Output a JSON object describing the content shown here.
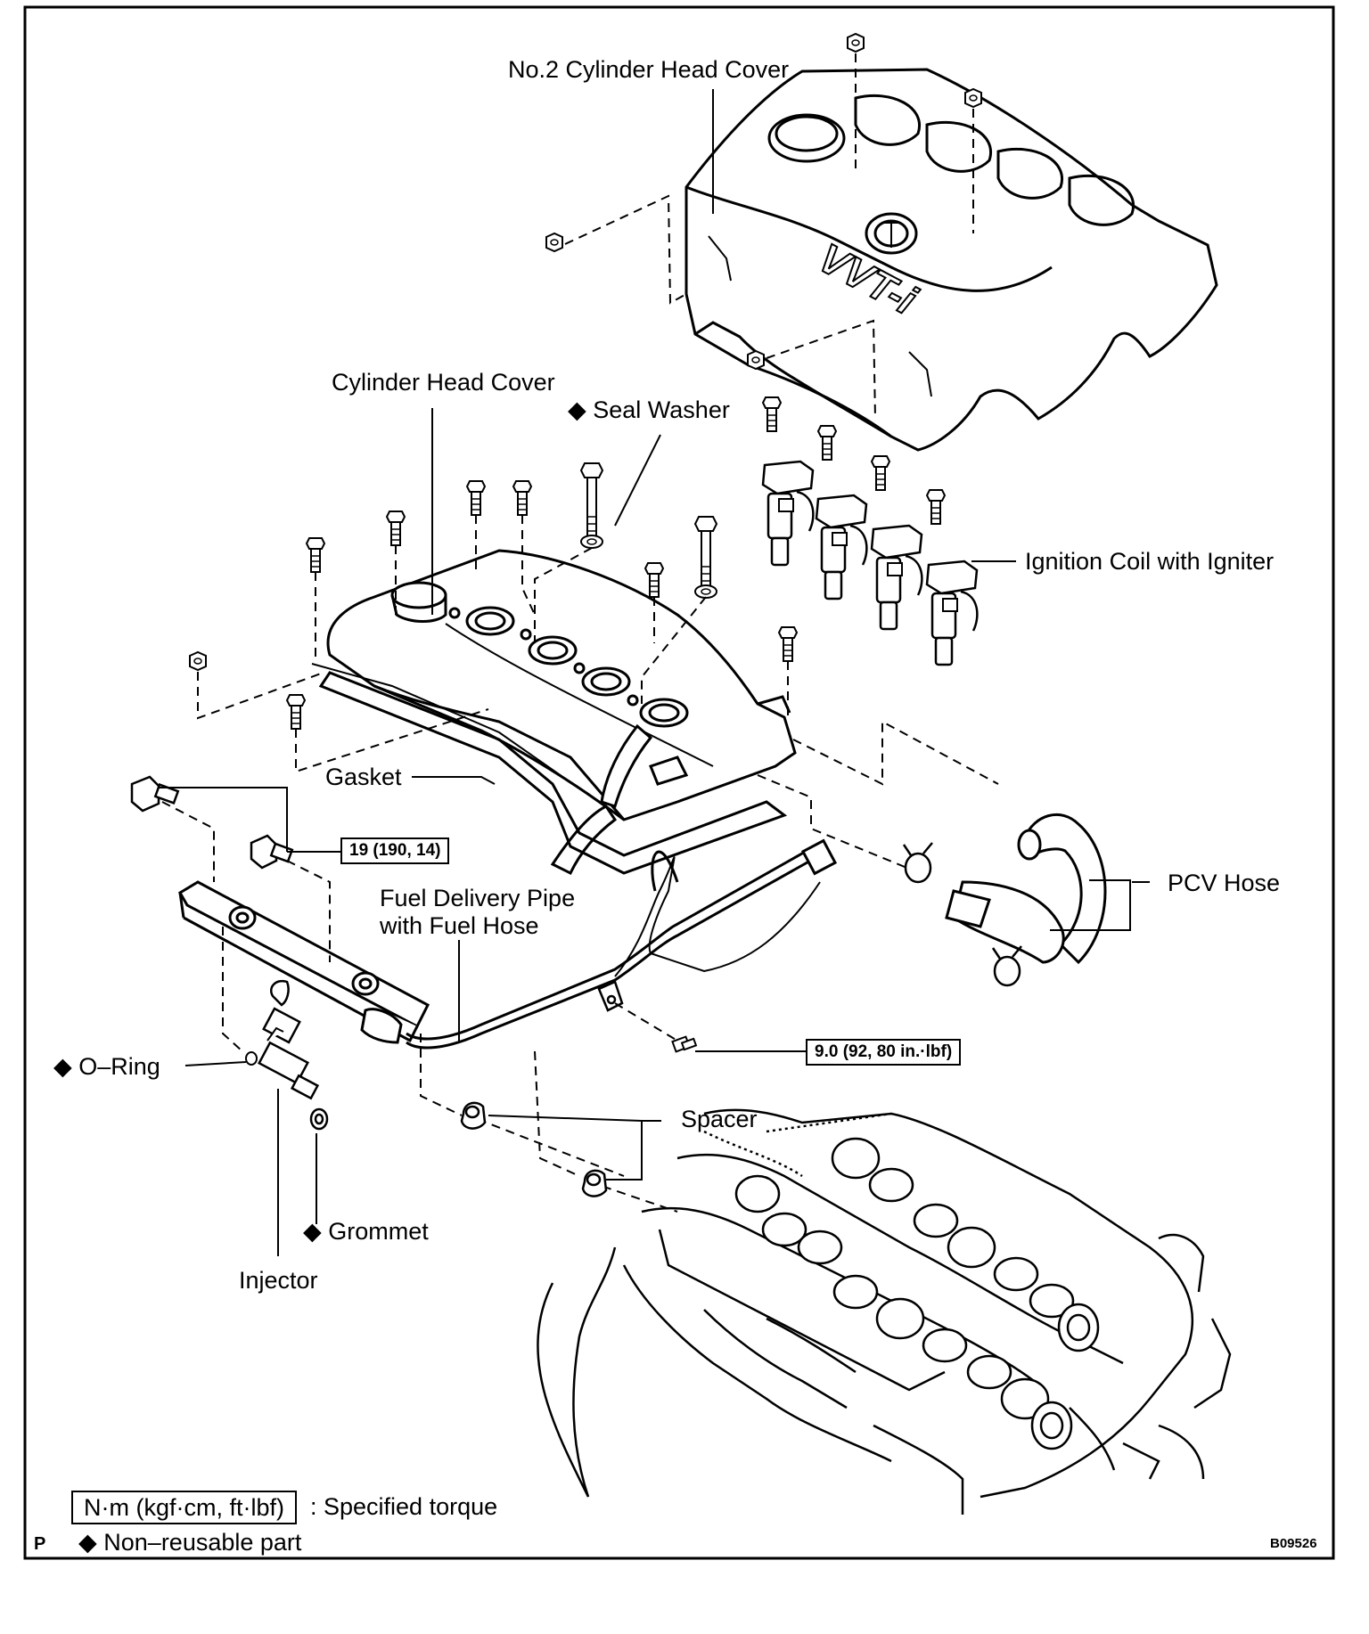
{
  "labels": {
    "no2_cylinder_head_cover": "No.2 Cylinder Head Cover",
    "cylinder_head_cover": "Cylinder Head Cover",
    "seal_washer": "◆ Seal Washer",
    "ignition_coil": "Ignition Coil with Igniter",
    "gasket": "Gasket",
    "pcv_hose": "PCV Hose",
    "fuel_pipe_line1": "Fuel Delivery Pipe",
    "fuel_pipe_line2": "with Fuel Hose",
    "o_ring": "◆ O–Ring",
    "spacer": "Spacer",
    "grommet": "◆ Grommet",
    "injector": "Injector",
    "cover_logo": "VVT-i"
  },
  "torque": {
    "head_cover_bolt": "19 (190, 14)",
    "hose_clamp_bolt": "9.0 (92, 80 in.·lbf)"
  },
  "legend": {
    "torque_unit": "N·m (kgf·cm, ft·lbf)",
    "torque_caption": ": Specified torque",
    "non_reusable": "◆ Non–reusable part"
  },
  "corner": {
    "left_code": "P",
    "figure_code": "B09526"
  }
}
